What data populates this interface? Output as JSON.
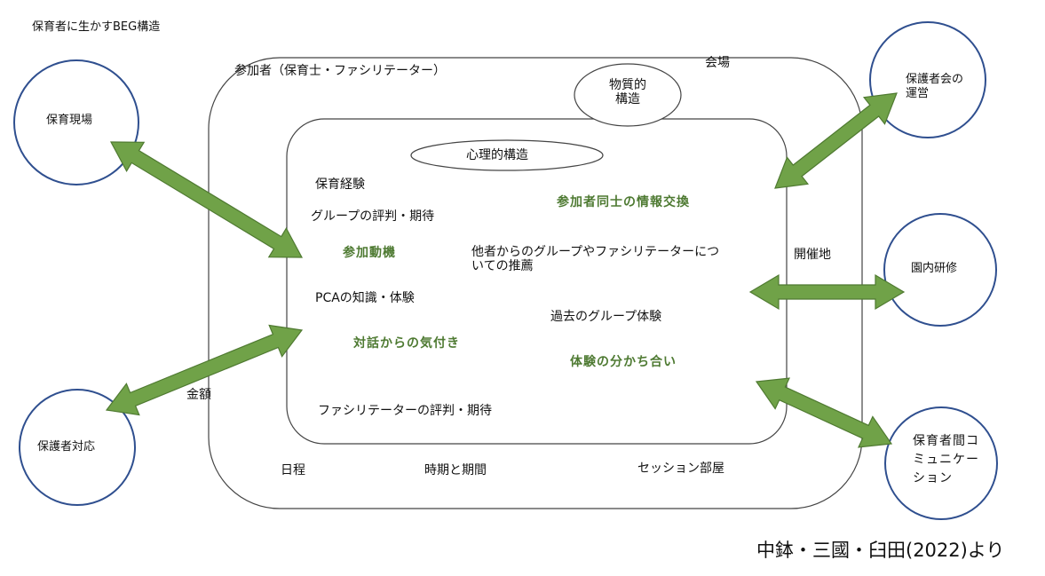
{
  "title": "保育者に生かすBEG構造",
  "outer_box": {
    "participants_label": "参加者（保育士・ファシリテーター）",
    "venue_label": "会場",
    "material_structure": "物質的\n構造",
    "location_label": "開催地",
    "fee_label": "金額",
    "schedule_label": "日程",
    "period_label": "時期と期間",
    "session_room_label": "セッション部屋"
  },
  "inner_box": {
    "psychological_structure": "心理的構造",
    "childcare_experience": "保育経験",
    "group_reputation": "グループの評判・期待",
    "info_exchange": "参加者同士の情報交換",
    "motivation": "参加動機",
    "recommendation": "他者からのグループやファシリテーターについての推薦",
    "pca_knowledge": "PCAの知識・体験",
    "past_group_experience": "過去のグループ体験",
    "dialogue_awareness": "対話からの気付き",
    "sharing_experience": "体験の分かち合い",
    "facilitator_reputation": "ファシリテーターの評判・期待"
  },
  "circles": {
    "childcare_site": "保育現場",
    "parent_support": "保護者対応",
    "parent_association": "保護者会の\n運営",
    "in_house_training": "園内研修",
    "staff_communication": "保育者間コ\nミュニケー\nション"
  },
  "citation": "中鉢・三國・臼田(2022)より",
  "colors": {
    "arrow_fill": "#70a248",
    "arrow_stroke": "#4f7a31",
    "circle_stroke": "#2f4f8f",
    "box_stroke": "#444444",
    "emphasis_text": "#4e7a32"
  }
}
